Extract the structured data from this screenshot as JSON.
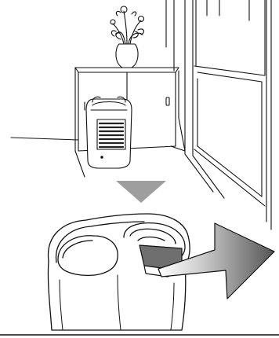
{
  "illustration": {
    "room_scene": {
      "objects": [
        "flower-vase",
        "cabinet",
        "appliance",
        "sliding-glass-door"
      ]
    },
    "step_arrow": {
      "direction": "down",
      "color": "#9e9e9e"
    },
    "detail_view": {
      "objects": [
        "appliance-top-closeup",
        "handle-recess"
      ],
      "handle_color": "#6f6f6f"
    },
    "motion_arrow": {
      "direction": "right",
      "gradient_start": "#ffffff",
      "gradient_end": "#555555"
    },
    "line_color": "#111111"
  }
}
